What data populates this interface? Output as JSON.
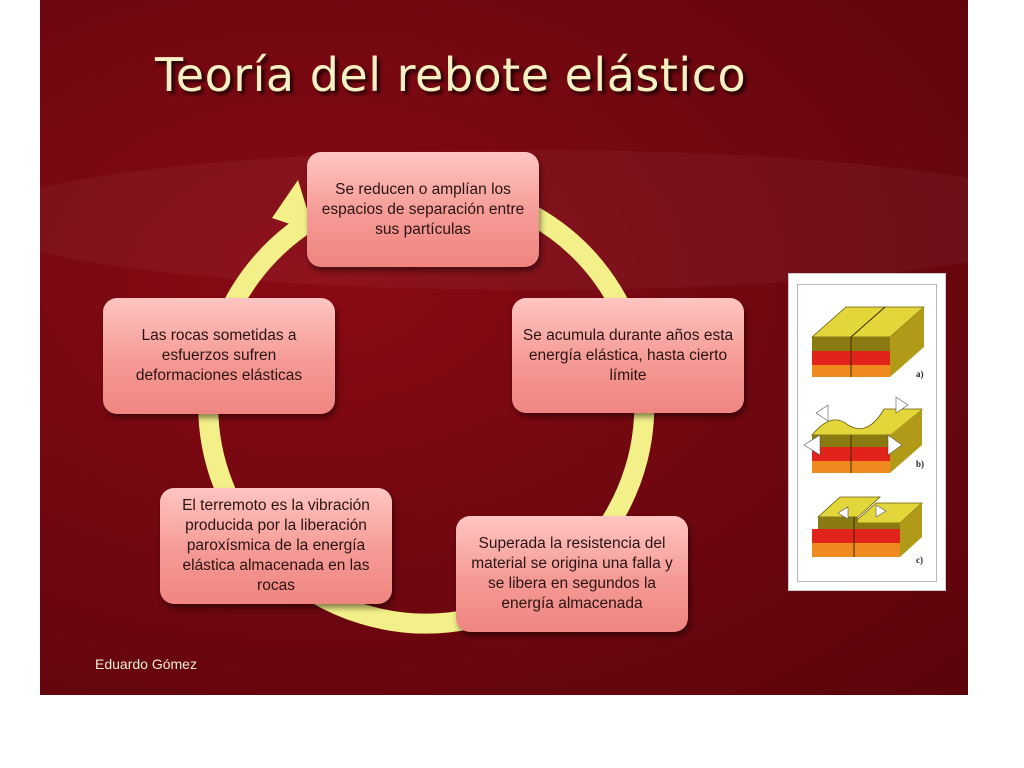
{
  "title": "Teoría del rebote elástico",
  "author": "Eduardo Gómez",
  "cycle_nodes": [
    {
      "id": "node-1",
      "text": "Se reducen o amplían los espacios de  separación entre sus partículas"
    },
    {
      "id": "node-2",
      "text": "Se acumula durante años esta energía elástica, hasta cierto límite"
    },
    {
      "id": "node-3",
      "text": "Superada la resistencia del material  se origina una falla y  se libera en segundos la energía almacenada"
    },
    {
      "id": "node-4",
      "text": "El terremoto es la vibración producida por la liberación paroxísmica de la energía elástica almacenada en las rocas"
    },
    {
      "id": "node-5",
      "text": "Las rocas sometidas a esfuerzos  sufren deformaciones elásticas"
    }
  ],
  "figure_labels": [
    "a)",
    "b)",
    "c)"
  ],
  "colors": {
    "background": "#6e0710",
    "title": "#f6f1c2",
    "arrow": "#f3f08a",
    "node_fill": "#f59a95",
    "block_top": "#e2d63a",
    "block_olive": "#8a7a12",
    "block_red": "#e0241c",
    "block_orange": "#f08a1e"
  }
}
